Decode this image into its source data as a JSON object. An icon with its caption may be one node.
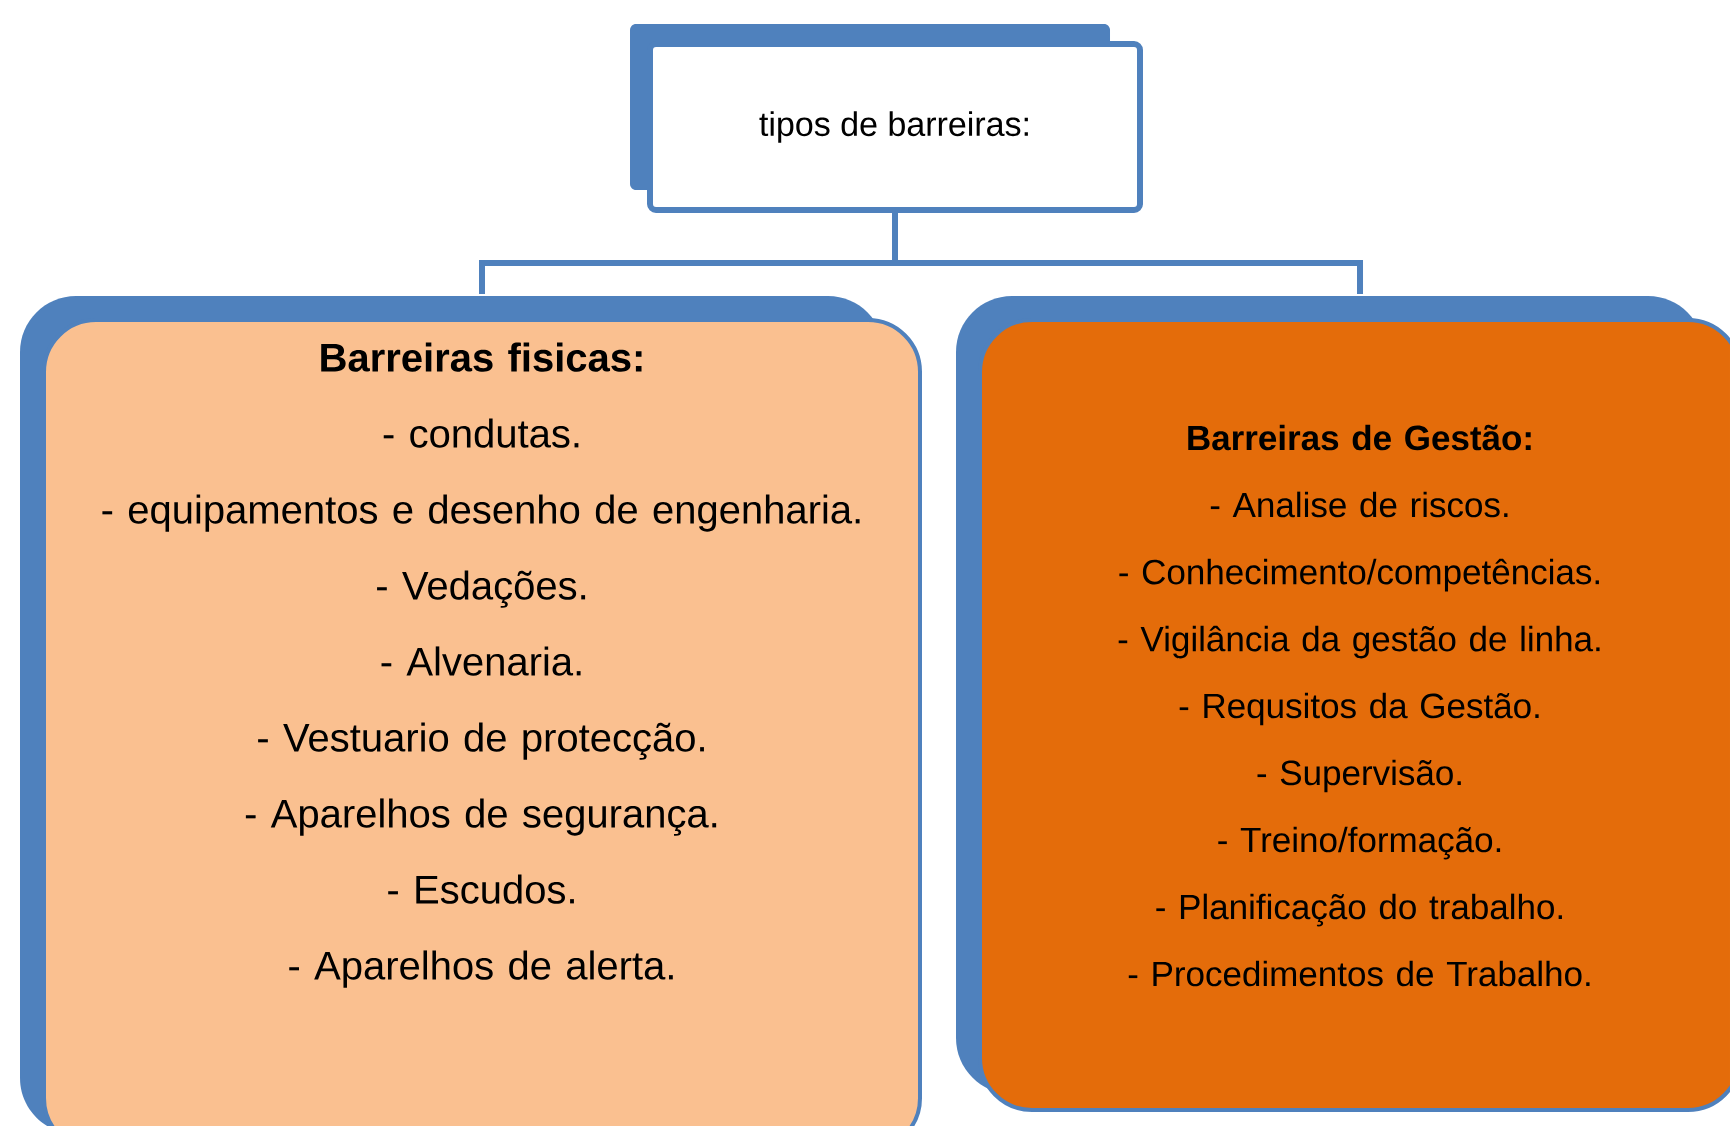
{
  "diagram": {
    "nodes": [
      {
        "text": [
          "tipos de barreiras:"
        ]
      },
      {
        "text": [
          "Barreiras fisicas:",
          "- condutas.",
          "- equipamentos e desenho de engenharia.",
          "- Vedações.",
          "- Alvenaria.",
          "- Vestuario de protecção.",
          "- Aparelhos de segurança.",
          "- Escudos.",
          "- Aparelhos de alerta."
        ]
      },
      {
        "text": [
          "Barreiras de Gestão:",
          "- Analise de riscos.",
          "- Conhecimento/competências.",
          "- Vigilância da gestão de linha.",
          "- Requsitos da Gestão.",
          "- Supervisão.",
          "- Treino/formação.",
          "- Planificação do trabalho.",
          "- Procedimentos de Trabalho."
        ]
      }
    ],
    "edges": [
      {
        "from": 0,
        "to": 1,
        "arrow": "none"
      },
      {
        "from": 0,
        "to": 2,
        "arrow": "none"
      }
    ]
  }
}
